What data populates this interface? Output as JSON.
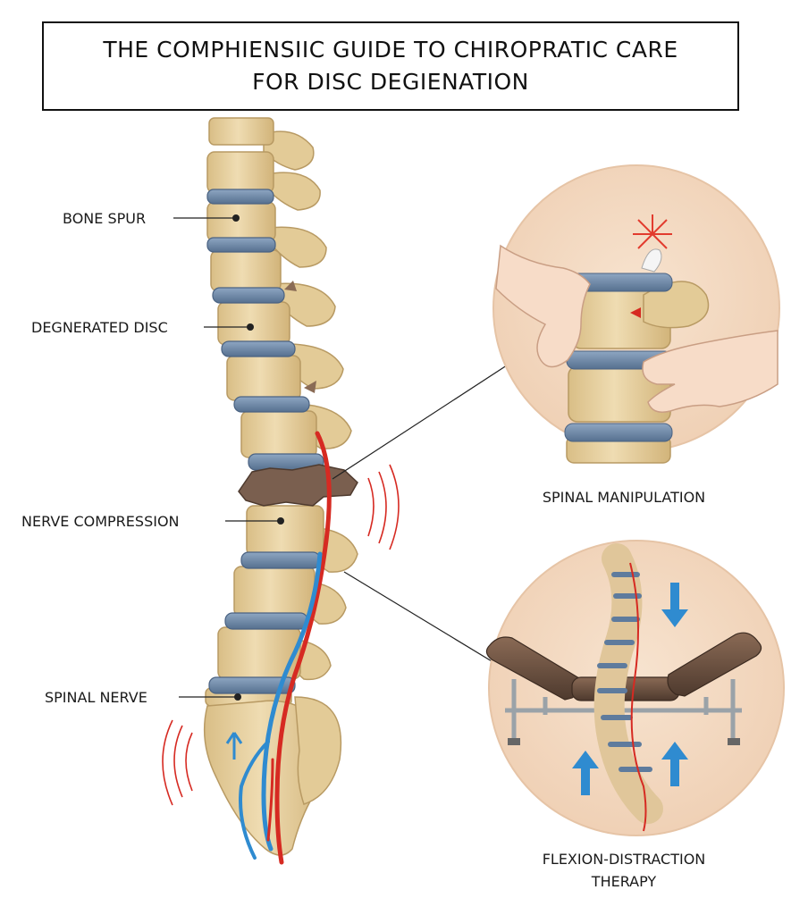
{
  "title": {
    "line1": "THE COMPHIENSIIC GUIDE TO CHIROPRATIC CARE",
    "line2": "FOR DISC DEGIENATION"
  },
  "labels": {
    "bone_spur": "BONE SPUR",
    "degenerated_disc": "DEGNERATED DISC",
    "nerve_compression": "NERVE COMPRESSION",
    "spinal_nerve": "SPINAL NERVE"
  },
  "panels": {
    "manipulation": {
      "caption": "SPINAL MANIPULATION"
    },
    "flexion": {
      "caption_line1": "FLEXION-DISTRACTION",
      "caption_line2": "THERAPY"
    }
  },
  "colors": {
    "bone": "#e8d3a4",
    "bone_outline": "#b89a63",
    "disc": "#6b86a8",
    "degenerated_disc": "#7a5f4f",
    "nerve_red": "#d62a22",
    "nerve_blue": "#2f8bd0",
    "panel_bg": "#f4dcc6",
    "table": "#6b5141"
  }
}
